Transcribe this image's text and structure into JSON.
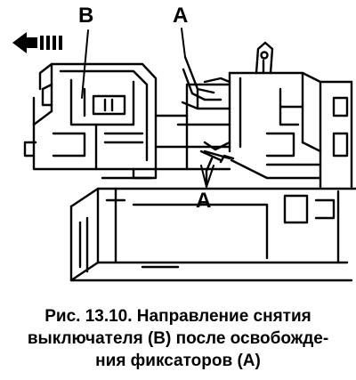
{
  "figure": {
    "callouts": {
      "b": "B",
      "a_top": "A",
      "a_bottom": "A"
    },
    "icons": {
      "direction_arrow": "arrow-left-icon"
    }
  },
  "caption": {
    "line1": "Рис. 13.10. Направление снятия",
    "line2": "выключателя (B) после освобожде-",
    "line3": "ния фиксаторов (A)"
  }
}
